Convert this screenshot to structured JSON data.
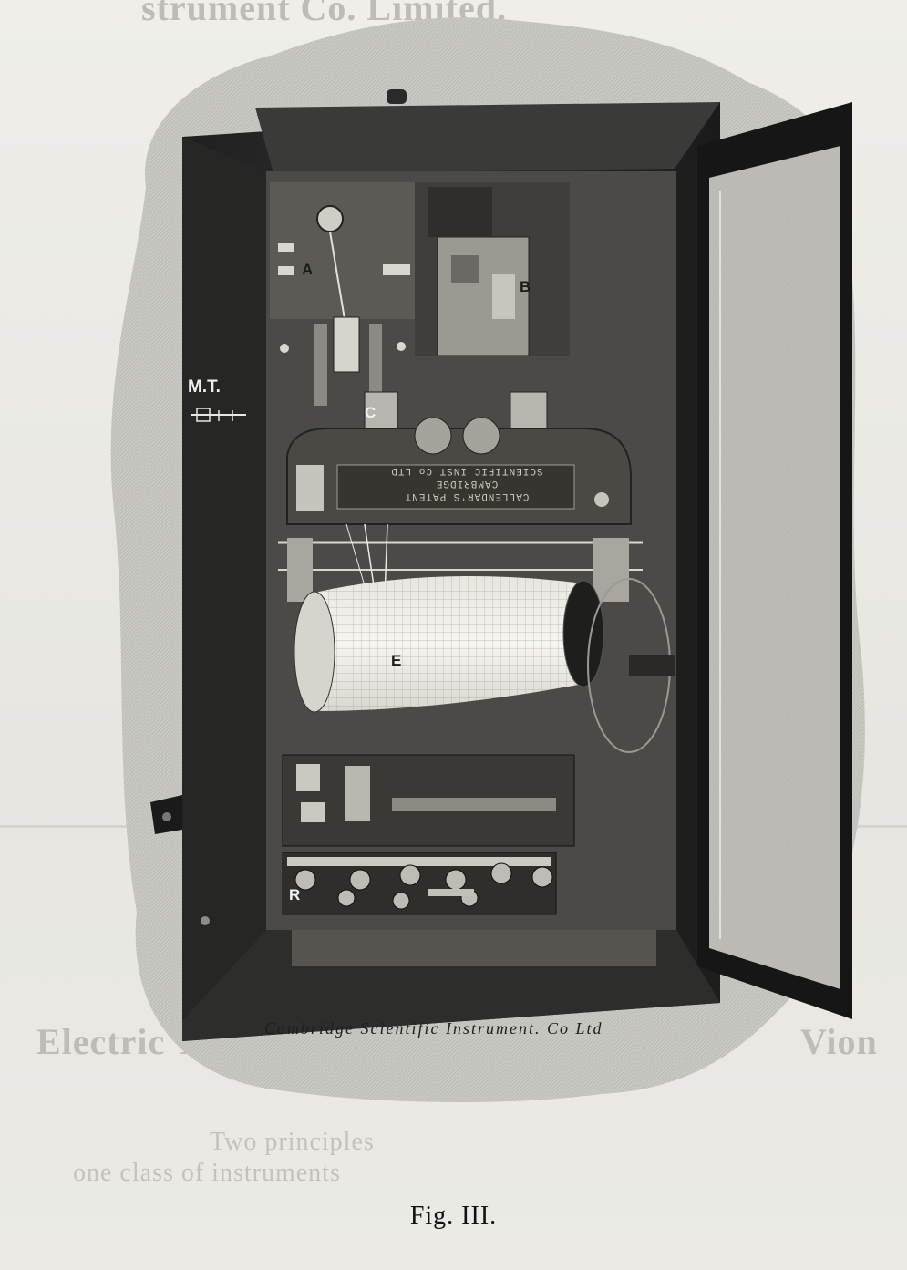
{
  "figure": {
    "caption": "Cambridge Scientific Instrument. Co Ltd",
    "title": "Fig. III.",
    "labels": {
      "A": "A",
      "B": "B",
      "C": "C",
      "E": "E",
      "R": "R",
      "MT": "M.T."
    },
    "nameplate": {
      "line1": "SCIENTIFIC INST Co LTD",
      "line2": "CAMBRIDGE",
      "line3": "CALLENDAR'S PATENT"
    }
  },
  "bleed_through": {
    "heading": "strument Co. Limited.",
    "subheading": "Electric To",
    "subheading_end": "Vion",
    "bottom_line_1": "Two principles",
    "bottom_line_2": "one class of instruments"
  }
}
